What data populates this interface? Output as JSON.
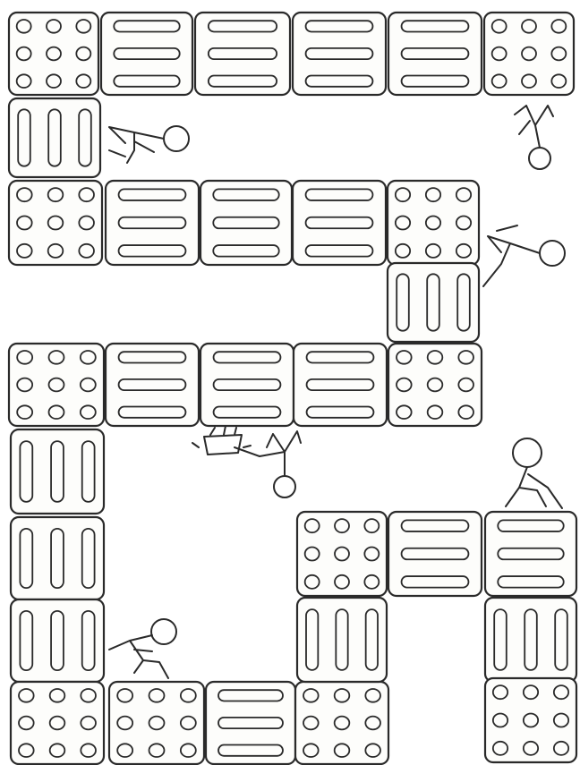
{
  "drawing": {
    "tiles": [
      {
        "pattern": "dots-3x3"
      },
      {
        "pattern": "bars-horizontal"
      },
      {
        "pattern": "bars-horizontal"
      },
      {
        "pattern": "bars-horizontal"
      },
      {
        "pattern": "bars-horizontal"
      },
      {
        "pattern": "dots-3x3"
      },
      {
        "pattern": "bars-vertical"
      },
      {
        "pattern": "dots-3x3"
      },
      {
        "pattern": "bars-horizontal"
      },
      {
        "pattern": "bars-horizontal"
      },
      {
        "pattern": "bars-horizontal"
      },
      {
        "pattern": "dots-3x3"
      },
      {
        "pattern": "bars-vertical"
      },
      {
        "pattern": "dots-3x3"
      },
      {
        "pattern": "bars-horizontal"
      },
      {
        "pattern": "bars-horizontal"
      },
      {
        "pattern": "bars-horizontal"
      },
      {
        "pattern": "dots-3x3"
      },
      {
        "pattern": "bars-vertical"
      },
      {
        "pattern": "bars-vertical"
      },
      {
        "pattern": "bars-vertical"
      },
      {
        "pattern": "dots-3x3"
      },
      {
        "pattern": "bars-horizontal"
      },
      {
        "pattern": "bars-horizontal"
      },
      {
        "pattern": "dots-3x3"
      },
      {
        "pattern": "dots-3x3"
      },
      {
        "pattern": "bars-horizontal"
      },
      {
        "pattern": "dots-3x3"
      },
      {
        "pattern": "bars-vertical"
      },
      {
        "pattern": "bars-vertical"
      },
      {
        "pattern": "dots-3x3"
      }
    ],
    "figures": [
      {
        "pose": "sitting-facing-left"
      },
      {
        "pose": "lying-head-down"
      },
      {
        "pose": "lying-facing-right"
      },
      {
        "pose": "lying-head-down-with-basket"
      },
      {
        "pose": "sitting-on-tile"
      },
      {
        "pose": "crouching-on-tile"
      }
    ],
    "colors": {
      "ink": "#2a2a2a",
      "paper": "#fdfdfb"
    }
  }
}
